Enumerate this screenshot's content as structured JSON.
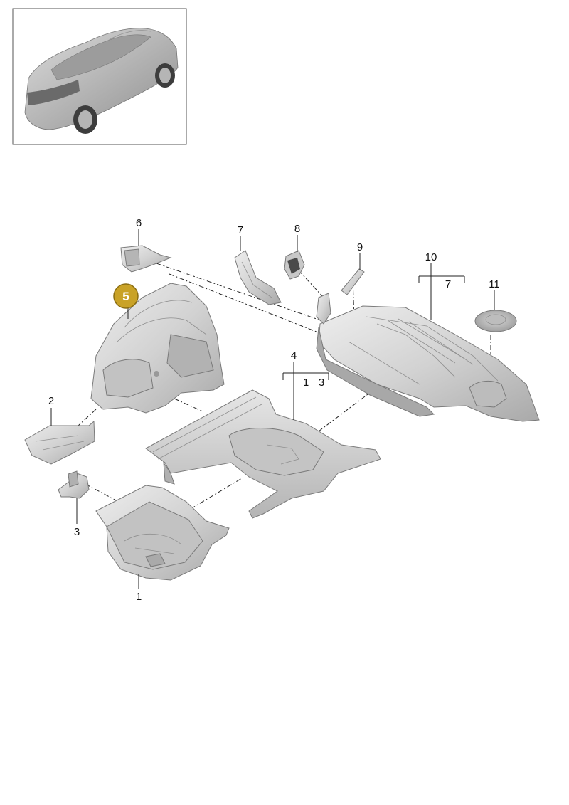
{
  "callouts": {
    "p1": "1",
    "p2": "2",
    "p3": "3",
    "p4": "4",
    "p4_sub_a": "1",
    "p4_sub_b": "3",
    "p5": "5",
    "p6": "6",
    "p7": "7",
    "p8": "8",
    "p9": "9",
    "p10": "10",
    "p10_sub": "7",
    "p11": "11"
  },
  "highlight": {
    "part": "5",
    "badge_color": "#c9a227",
    "badge_text_color": "#ffffff"
  },
  "colors": {
    "part_fill": "#d6d6d6",
    "part_shade": "#b9b9b9",
    "part_light": "#ececec",
    "line": "#222222"
  }
}
